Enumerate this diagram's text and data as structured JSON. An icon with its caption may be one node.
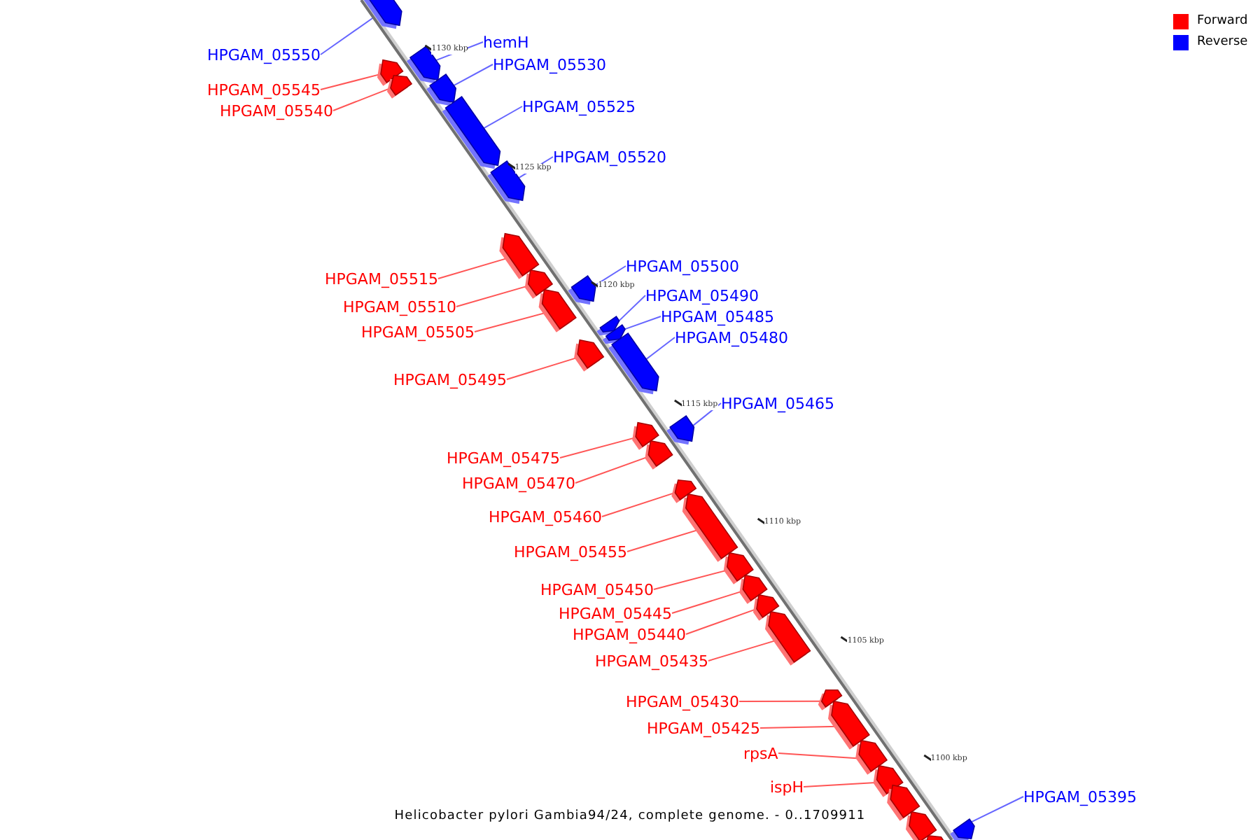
{
  "diagram": {
    "caption": "Helicobacter pylori Gambia94/24, complete genome. - 0..1709911",
    "nodes": [
      {
        "text": [
          "HPGAM_05550"
        ]
      },
      {
        "text": [],
        "shape": "bar"
      },
      {
        "text": [
          "hemH"
        ]
      },
      {
        "text": [],
        "shape": "bar"
      },
      {
        "text": [
          "HPGAM_05545"
        ]
      },
      {
        "text": [],
        "shape": "bar"
      },
      {
        "text": [
          "HPGAM_05530"
        ]
      },
      {
        "text": [],
        "shape": "bar"
      },
      {
        "text": [
          "HPGAM_05540"
        ]
      },
      {
        "text": [],
        "shape": "bar"
      },
      {
        "text": [
          "HPGAM_05525"
        ]
      },
      {
        "text": [],
        "shape": "bar"
      },
      {
        "text": [
          "HPGAM_05520"
        ]
      },
      {
        "text": [],
        "shape": "bar"
      },
      {
        "text": [
          "HPGAM_05515"
        ]
      },
      {
        "text": [],
        "shape": "bar"
      },
      {
        "text": [
          "HPGAM_05500"
        ]
      },
      {
        "text": [],
        "shape": "bar"
      },
      {
        "text": [
          "HPGAM_05510"
        ]
      },
      {
        "text": [],
        "shape": "bar"
      },
      {
        "text": [
          "HPGAM_05490"
        ]
      },
      {
        "text": [],
        "shape": "bar"
      },
      {
        "text": [
          "HPGAM_05505"
        ]
      },
      {
        "text": [],
        "shape": "bar"
      },
      {
        "text": [
          "HPGAM_05485"
        ]
      },
      {
        "text": [],
        "shape": "bar"
      },
      {
        "text": [
          "HPGAM_05480"
        ]
      },
      {
        "text": [],
        "shape": "bar"
      },
      {
        "text": [
          "HPGAM_05495"
        ]
      },
      {
        "text": [],
        "shape": "bar"
      },
      {
        "text": [
          "HPGAM_05465"
        ]
      },
      {
        "text": [],
        "shape": "bar"
      },
      {
        "text": [
          "HPGAM_05475"
        ]
      },
      {
        "text": [],
        "shape": "bar"
      },
      {
        "text": [
          "HPGAM_05470"
        ]
      },
      {
        "text": [],
        "shape": "bar"
      },
      {
        "text": [
          "HPGAM_05460"
        ]
      },
      {
        "text": [],
        "shape": "bar"
      },
      {
        "text": [
          "HPGAM_05455"
        ]
      },
      {
        "text": [],
        "shape": "bar"
      },
      {
        "text": [
          "HPGAM_05450"
        ]
      },
      {
        "text": [],
        "shape": "bar"
      },
      {
        "text": [
          "HPGAM_05445"
        ]
      },
      {
        "text": [],
        "shape": "bar"
      },
      {
        "text": [
          "HPGAM_05440"
        ]
      },
      {
        "text": [],
        "shape": "bar"
      },
      {
        "text": [
          "HPGAM_05435"
        ]
      },
      {
        "text": [],
        "shape": "bar"
      },
      {
        "text": [
          "HPGAM_05430"
        ]
      },
      {
        "text": [],
        "shape": "bar"
      },
      {
        "text": [
          "HPGAM_05425"
        ]
      },
      {
        "text": [],
        "shape": "bar"
      },
      {
        "text": [
          "rpsA"
        ]
      },
      {
        "text": [],
        "shape": "bar"
      },
      {
        "text": [
          "ispH"
        ]
      },
      {
        "text": [],
        "shape": "bar"
      },
      {
        "text": [],
        "shape": "bar"
      },
      {
        "text": [],
        "shape": "bar"
      },
      {
        "text": [],
        "shape": "bar"
      },
      {
        "text": [
          "HPGAM_05395"
        ]
      },
      {
        "text": [],
        "shape": "bar"
      }
    ],
    "edges": [
      {
        "from": 0,
        "to": 1,
        "arrow": "none",
        "color": "#6666ff"
      },
      {
        "from": 2,
        "to": 3,
        "arrow": "none",
        "color": "#6666ff"
      },
      {
        "from": 4,
        "to": 5,
        "arrow": "none"
      },
      {
        "from": 6,
        "to": 7,
        "arrow": "none",
        "color": "#6666ff"
      },
      {
        "from": 8,
        "to": 9,
        "arrow": "none"
      },
      {
        "from": 10,
        "to": 11,
        "arrow": "none",
        "color": "#6666ff"
      },
      {
        "from": 12,
        "to": 13,
        "arrow": "none",
        "color": "#6666ff"
      },
      {
        "from": 14,
        "to": 15,
        "arrow": "none"
      },
      {
        "from": 16,
        "to": 17,
        "arrow": "none",
        "color": "#6666ff"
      },
      {
        "from": 18,
        "to": 19,
        "arrow": "none"
      },
      {
        "from": 20,
        "to": 21,
        "arrow": "none",
        "color": "#6666ff"
      },
      {
        "from": 22,
        "to": 23,
        "arrow": "none"
      },
      {
        "from": 24,
        "to": 25,
        "arrow": "none",
        "color": "#6666ff"
      },
      {
        "from": 26,
        "to": 27,
        "arrow": "none",
        "color": "#6666ff"
      },
      {
        "from": 28,
        "to": 29,
        "arrow": "none"
      },
      {
        "from": 30,
        "to": 31,
        "arrow": "none",
        "color": "#6666ff"
      },
      {
        "from": 32,
        "to": 33,
        "arrow": "none"
      },
      {
        "from": 34,
        "to": 35,
        "arrow": "none"
      },
      {
        "from": 36,
        "to": 37,
        "arrow": "none"
      },
      {
        "from": 38,
        "to": 39,
        "arrow": "none"
      },
      {
        "from": 40,
        "to": 41,
        "arrow": "none"
      },
      {
        "from": 42,
        "to": 43,
        "arrow": "none"
      },
      {
        "from": 44,
        "to": 45,
        "arrow": "none"
      },
      {
        "from": 46,
        "to": 47,
        "arrow": "none"
      },
      {
        "from": 48,
        "to": 49,
        "arrow": "none"
      },
      {
        "from": 50,
        "to": 51,
        "arrow": "none"
      },
      {
        "from": 52,
        "to": 53,
        "arrow": "none"
      },
      {
        "from": 54,
        "to": 55,
        "arrow": "none"
      },
      {
        "from": 59,
        "to": 60,
        "arrow": "none",
        "color": "#6666ff"
      }
    ],
    "labels": [
      "1130 kbp",
      "1125 kbp",
      "1120 kbp",
      "1115 kbp",
      "1110 kbp",
      "1105 kbp",
      "1100 kbp"
    ],
    "legend": [
      {
        "text": "Forward",
        "color": "#ff0000"
      },
      {
        "text": "Reverse",
        "color": "#0000ff"
      }
    ]
  }
}
